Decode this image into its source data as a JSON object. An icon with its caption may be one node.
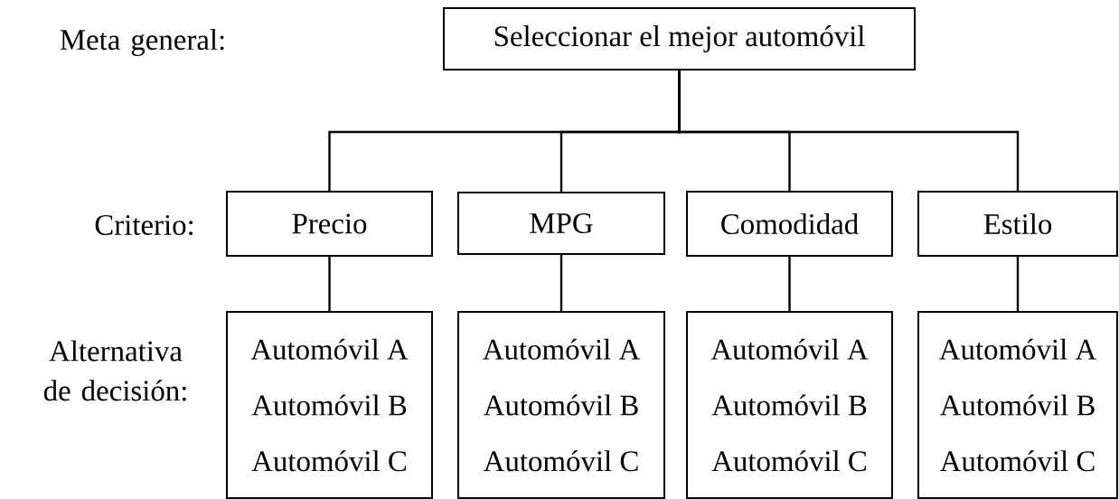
{
  "diagram": {
    "nodes": [
      {
        "text": [
          "Seleccionar el mejor automóvil"
        ]
      },
      {
        "text": [
          "Precio"
        ]
      },
      {
        "text": [
          "MPG"
        ]
      },
      {
        "text": [
          "Comodidad"
        ]
      },
      {
        "text": [
          "Estilo"
        ]
      },
      {
        "text": [
          "Automóvil A",
          "Automóvil B",
          "Automóvil C"
        ]
      },
      {
        "text": [
          "Automóvil A",
          "Automóvil B",
          "Automóvil C"
        ]
      },
      {
        "text": [
          "Automóvil A",
          "Automóvil B",
          "Automóvil C"
        ]
      },
      {
        "text": [
          "Automóvil A",
          "Automóvil B",
          "Automóvil C"
        ]
      }
    ],
    "edges": [
      {
        "from": 0,
        "to": 1,
        "arrow": "none"
      },
      {
        "from": 0,
        "to": 2,
        "arrow": "none"
      },
      {
        "from": 0,
        "to": 3,
        "arrow": "none"
      },
      {
        "from": 0,
        "to": 4,
        "arrow": "none"
      },
      {
        "from": 1,
        "to": 5,
        "arrow": "none"
      },
      {
        "from": 2,
        "to": 6,
        "arrow": "none"
      },
      {
        "from": 3,
        "to": 7,
        "arrow": "none"
      },
      {
        "from": 4,
        "to": 8,
        "arrow": "none"
      }
    ],
    "labels": [
      "Meta general:",
      "Criterio:",
      "Alternativa de decisión:"
    ]
  }
}
